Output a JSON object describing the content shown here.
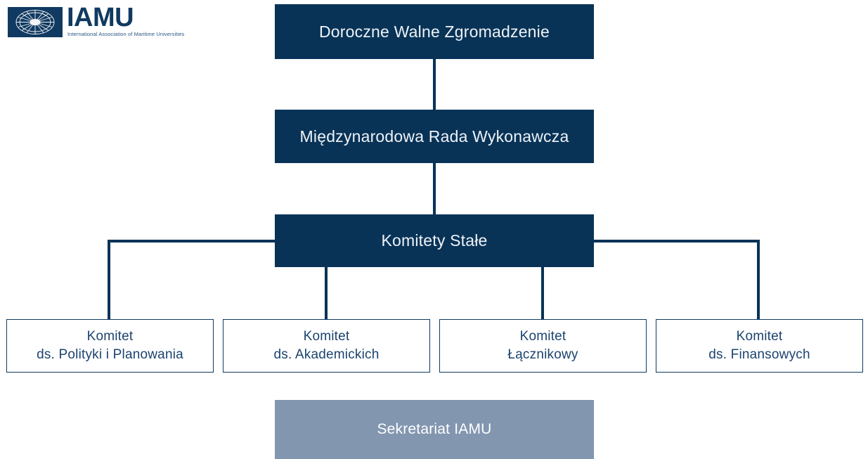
{
  "logo": {
    "acronym": "IAMU",
    "full_name": "International Association of Maritime Universities",
    "mark_icon": "compass-rose-icon",
    "brand_color": "#103a61"
  },
  "colors": {
    "node_fill": "#083357",
    "node_fill_text": "#eef2f6",
    "secretariat_fill": "#8296b0",
    "secretariat_text": "#ffffff",
    "outlined_border": "#103a61",
    "outlined_text": "#1b436e",
    "connector": "#083357",
    "background": "#ffffff"
  },
  "chart_data": {
    "type": "diagram",
    "diagram_kind": "organizational-chart",
    "title": "",
    "language": "pl",
    "nodes": [
      {
        "id": "assembly",
        "label": "Doroczne Walne Zgromadzenie",
        "style": "filled",
        "level": 1
      },
      {
        "id": "executive-board",
        "label": "Międzynarodowa Rada Wykonawcza",
        "style": "filled",
        "level": 2
      },
      {
        "id": "standing-committees",
        "label": "Komitety Stałe",
        "style": "filled",
        "level": 3
      },
      {
        "id": "policy-planning",
        "label_line1": "Komitet",
        "label_line2": "ds. Polityki i Planowania",
        "style": "outlined",
        "level": 4
      },
      {
        "id": "academic",
        "label_line1": "Komitet",
        "label_line2": "ds. Akademickich",
        "style": "outlined",
        "level": 4
      },
      {
        "id": "liaison",
        "label_line1": "Komitet",
        "label_line2": "Łącznikowy",
        "style": "outlined",
        "level": 4
      },
      {
        "id": "finance",
        "label_line1": "Komitet",
        "label_line2": "ds. Finansowych",
        "style": "outlined",
        "level": 4
      },
      {
        "id": "secretariat",
        "label": "Sekretariat IAMU",
        "style": "secretariat",
        "level": 5
      }
    ],
    "edges": [
      {
        "from": "assembly",
        "to": "executive-board"
      },
      {
        "from": "executive-board",
        "to": "standing-committees"
      },
      {
        "from": "standing-committees",
        "to": "policy-planning"
      },
      {
        "from": "standing-committees",
        "to": "academic"
      },
      {
        "from": "standing-committees",
        "to": "liaison"
      },
      {
        "from": "standing-committees",
        "to": "finance"
      }
    ]
  }
}
